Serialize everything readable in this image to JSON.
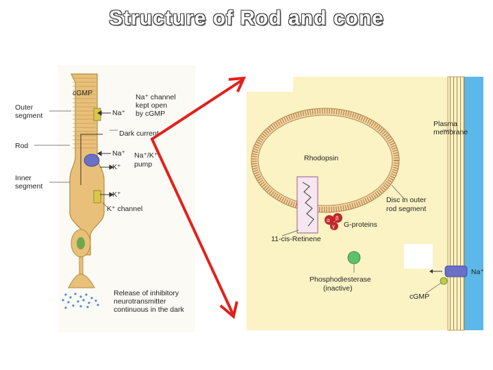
{
  "title": "Structure of Rod and cone",
  "rod_figure": {
    "labels": {
      "outer_segment_1": "Outer",
      "outer_segment_2": "segment",
      "rod": "Rod",
      "inner_segment_1": "Inner",
      "inner_segment_2": "segment",
      "cgmp": "cGMP",
      "na_channel_1": "Na⁺ channel",
      "na_channel_2": "kept open",
      "na_channel_3": "by cGMP",
      "na_ion_1": "Na⁺",
      "dark_current": "Dark current",
      "na_ion_2": "Na⁺",
      "k_ion_1": "K⁺",
      "pump_1": "Na⁺/K⁺",
      "pump_2": "pump",
      "k_ion_2": "K⁺",
      "k_channel": "K⁺ channel",
      "release_1": "Release of inhibitory",
      "release_2": "neurotransmitter",
      "release_3": "continuous in the dark"
    }
  },
  "membrane_figure": {
    "labels": {
      "plasma_membrane_1": "Plasma",
      "plasma_membrane_2": "membrane",
      "rhodopsin": "Rhodopsin",
      "disc_1": "Disc in outer",
      "disc_2": "rod segment",
      "g_proteins": "G-proteins",
      "alpha": "α",
      "beta": "β",
      "gamma": "γ",
      "retinene": "11-cis-Retinene",
      "pde_1": "Phosphodiesterase",
      "pde_2": "(inactive)",
      "cgmp": "cGMP",
      "na_ion": "Na⁺"
    }
  },
  "colors": {
    "arrow": "#e3201b",
    "cell_fill": "#e8c07a",
    "cell_stroke": "#b58a3a",
    "panel_bg": "#fbf3c4",
    "plasma_blue": "#5bb8e8",
    "disc_fill": "#f5d9a8",
    "g_protein": "#c0282a",
    "pde": "#5fc06a",
    "channel": "#6a6fc8",
    "channel_gate": "#b8d04a",
    "nucleus": "#6fa84a",
    "transmitter_dots": "#4a8ad8"
  }
}
